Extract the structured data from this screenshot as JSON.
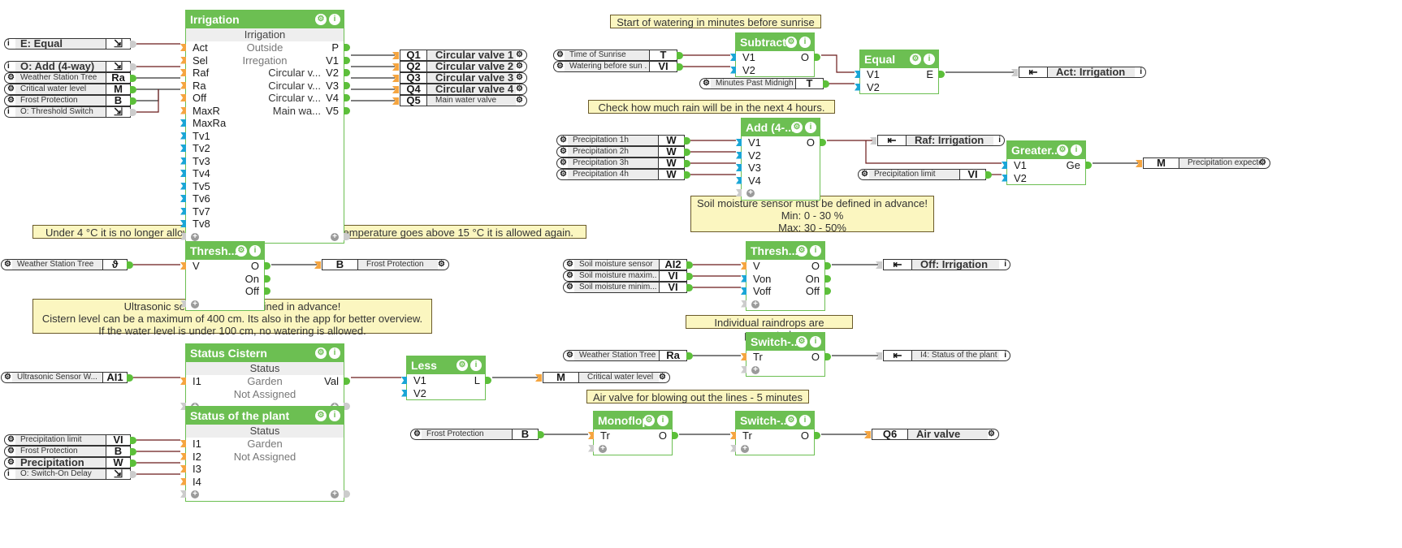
{
  "notes": [
    {
      "id": "n1",
      "lines": [
        "Start of watering in minutes before sunrise"
      ]
    },
    {
      "id": "n2",
      "lines": [
        "Check how much rain will be in the next 4 hours."
      ]
    },
    {
      "id": "n3",
      "lines": [
        "Soil moisture sensor must be defined in advance!",
        "Min: 0 - 30 %",
        "Max: 30 - 50%"
      ]
    },
    {
      "id": "n4",
      "lines": [
        "Under 4 °C it is no longer allowed to irrigate. When the outside temperature goes above 15 °C it is allowed again."
      ]
    },
    {
      "id": "n5",
      "lines": [
        "Ultrasonic sensor must be defined in advance!",
        "Cistern level can be a maximum of 400 cm. Its also in the app for better overview.",
        "If the water level is under 100 cm, no watering is allowed."
      ]
    },
    {
      "id": "n6",
      "lines": [
        "Individual raindrops are prevented."
      ]
    },
    {
      "id": "n7",
      "lines": [
        "Air valve for blowing out the lines - 5 minutes"
      ]
    }
  ],
  "blocks": {
    "irrigation": {
      "title": "Irrigation",
      "subtitle": "Irrigation",
      "inputs": [
        "Act",
        "Sel",
        "Raf",
        "Ra",
        "Off",
        "MaxR",
        "MaxRa",
        "Tv1",
        "Tv2",
        "Tv3",
        "Tv4",
        "Tv5",
        "Tv6",
        "Tv7",
        "Tv8"
      ],
      "middle": [
        "Outside",
        "Irregation",
        "Circular v...",
        "Circular v...",
        "Circular v...",
        "Main wa..."
      ],
      "outputs": [
        "P",
        "V1",
        "V2",
        "V3",
        "V4",
        "V5"
      ]
    },
    "subtract": {
      "title": "Subtract",
      "inputs": [
        "V1",
        "V2"
      ],
      "outputs": [
        "O"
      ]
    },
    "equal": {
      "title": "Equal",
      "inputs": [
        "V1",
        "V2"
      ],
      "outputs": [
        "E"
      ]
    },
    "add4": {
      "title": "Add (4-...",
      "inputs": [
        "V1",
        "V2",
        "V3",
        "V4"
      ],
      "outputs": [
        "O"
      ]
    },
    "greater": {
      "title": "Greater...",
      "inputs": [
        "V1",
        "V2"
      ],
      "outputs": [
        "Ge"
      ]
    },
    "thresh_frost": {
      "title": "Thresh...",
      "inputs": [
        "V"
      ],
      "outputs": [
        "O",
        "On",
        "Off"
      ]
    },
    "thresh_soil": {
      "title": "Thresh...",
      "inputs": [
        "V",
        "Von",
        "Voff"
      ],
      "outputs": [
        "O",
        "On",
        "Off"
      ]
    },
    "status_cistern": {
      "title": "Status Cistern",
      "subtitle": "Status",
      "inputs": [
        "I1"
      ],
      "middle": [
        "Garden",
        "Not Assigned"
      ],
      "outputs": [
        "Val"
      ]
    },
    "less": {
      "title": "Less",
      "inputs": [
        "V1",
        "V2"
      ],
      "outputs": [
        "L"
      ]
    },
    "switch_rain": {
      "title": "Switch-...",
      "inputs": [
        "Tr"
      ],
      "outputs": [
        "O"
      ]
    },
    "status_plant": {
      "title": "Status of the plant",
      "subtitle": "Status",
      "inputs": [
        "I1",
        "I2",
        "I3",
        "I4"
      ],
      "middle": [
        "Garden",
        "Not Assigned"
      ]
    },
    "monoflop": {
      "title": "Monoflop",
      "inputs": [
        "Tr"
      ],
      "outputs": [
        "O"
      ]
    },
    "switch_air": {
      "title": "Switch-...",
      "inputs": [
        "Tr"
      ],
      "outputs": [
        "O"
      ]
    }
  },
  "connectors": [
    {
      "label": "E: Equal",
      "tag": "exit-icon",
      "kind": "info",
      "big": true
    },
    {
      "label": "O: Add (4-way)",
      "tag": "exit-icon",
      "kind": "info",
      "big": true
    },
    {
      "label": "Weather Station Tree",
      "tag": "Ra",
      "kind": "gear"
    },
    {
      "label": "Critical water level",
      "tag": "M",
      "kind": "gear"
    },
    {
      "label": "Frost Protection",
      "tag": "B",
      "kind": "gear"
    },
    {
      "label": "O: Threshold Switch",
      "tag": "exit-icon",
      "kind": "info"
    },
    {
      "label": "Circular valve 1",
      "tag": "Q1",
      "kind": "out",
      "big": true
    },
    {
      "label": "Circular valve 2",
      "tag": "Q2",
      "kind": "out",
      "big": true
    },
    {
      "label": "Circular valve 3",
      "tag": "Q3",
      "kind": "out",
      "big": true
    },
    {
      "label": "Circular valve 4",
      "tag": "Q4",
      "kind": "out",
      "big": true
    },
    {
      "label": "Main water valve",
      "tag": "Q5",
      "kind": "out"
    },
    {
      "label": "Time of Sunrise",
      "tag": "T",
      "kind": "gear"
    },
    {
      "label": "Watering before sun ...",
      "tag": "VI",
      "kind": "gear"
    },
    {
      "label": "Minutes Past Midnight",
      "tag": "T",
      "kind": "gear"
    },
    {
      "label": "Act: Irrigation",
      "tag": "enter-icon",
      "kind": "ref",
      "big": true
    },
    {
      "label": "Precipitation 1h",
      "tag": "W",
      "kind": "gear"
    },
    {
      "label": "Precipitation 2h",
      "tag": "W",
      "kind": "gear"
    },
    {
      "label": "Precipitation 3h",
      "tag": "W",
      "kind": "gear"
    },
    {
      "label": "Precipitation 4h",
      "tag": "W",
      "kind": "gear"
    },
    {
      "label": "Raf: Irrigation",
      "tag": "enter-icon",
      "kind": "ref",
      "big": true
    },
    {
      "label": "Precipitation limit",
      "tag": "VI",
      "kind": "gear"
    },
    {
      "label": "Precipitation expected",
      "tag": "M",
      "kind": "out"
    },
    {
      "label": "Weather Station Tree",
      "tag": "ϑ",
      "kind": "gear"
    },
    {
      "label": "Frost Protection",
      "tag": "B",
      "kind": "out"
    },
    {
      "label": "Soil moisture sensor",
      "tag": "AI2",
      "kind": "gear"
    },
    {
      "label": "Soil moisture maxim...",
      "tag": "VI",
      "kind": "gear"
    },
    {
      "label": "Soil moisture minim...",
      "tag": "VI",
      "kind": "gear"
    },
    {
      "label": "Off: Irrigation",
      "tag": "enter-icon",
      "kind": "ref",
      "big": true
    },
    {
      "label": "Ultrasonic Sensor W...",
      "tag": "AI1",
      "kind": "gear"
    },
    {
      "label": "Critical water level",
      "tag": "M",
      "kind": "out"
    },
    {
      "label": "Weather Station Tree",
      "tag": "Ra",
      "kind": "gear"
    },
    {
      "label": "I4: Status of the plant",
      "tag": "enter-icon",
      "kind": "ref"
    },
    {
      "label": "Precipitation limit",
      "tag": "VI",
      "kind": "gear"
    },
    {
      "label": "Frost Protection",
      "tag": "B",
      "kind": "gear"
    },
    {
      "label": "Precipitation",
      "tag": "W",
      "kind": "gear",
      "big": true
    },
    {
      "label": "O: Switch-On Delay",
      "tag": "exit-icon",
      "kind": "info"
    },
    {
      "label": "Frost Protection",
      "tag": "B",
      "kind": "gear"
    },
    {
      "label": "Air valve",
      "tag": "Q6",
      "kind": "out",
      "big": true
    }
  ],
  "colors": {
    "block_header": "#6cbf52",
    "wire": "#6b1a1a",
    "wire_dark": "#333333",
    "pin_orange": "#f5a540",
    "pin_blue": "#1aa6d6",
    "note_bg": "#fbf6c0"
  }
}
